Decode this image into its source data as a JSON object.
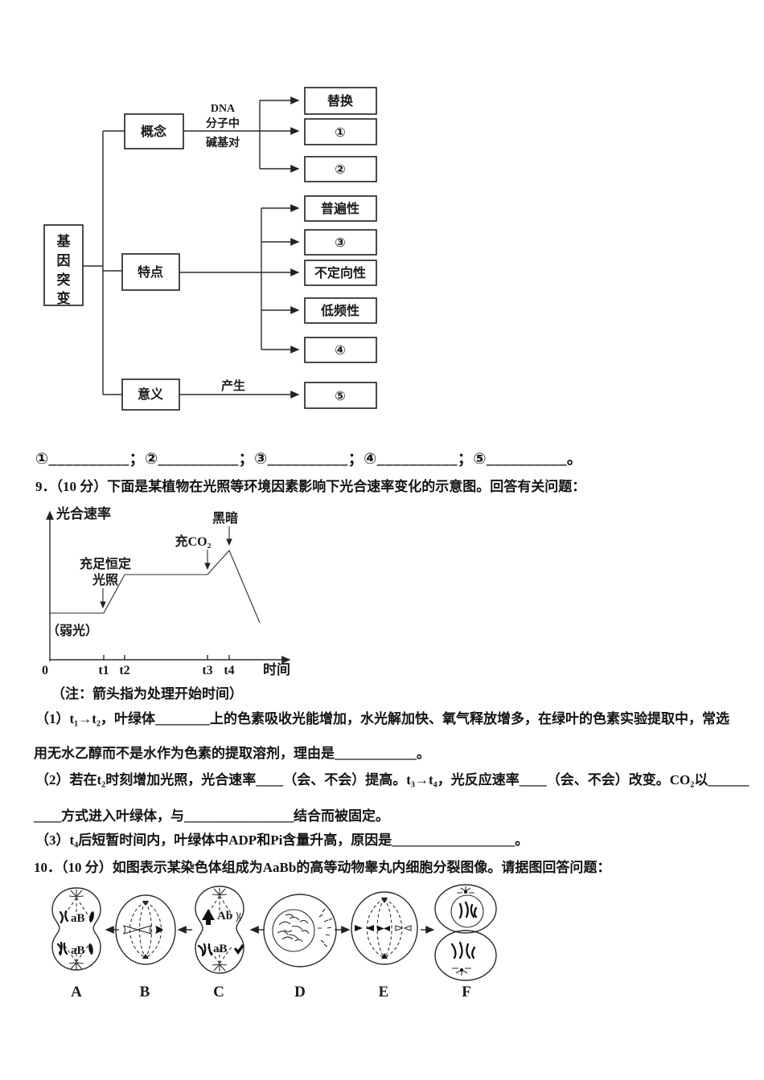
{
  "flowchart": {
    "root_chars": [
      "基",
      "因",
      "突",
      "变"
    ],
    "nodes": {
      "concept": "概念",
      "feature": "特点",
      "meaning": "意义"
    },
    "edge_concept_label": [
      "DNA",
      "分子中",
      "碱基对"
    ],
    "edge_meaning_label": "产生",
    "leaves": {
      "substitute": "替换",
      "blank1": "①",
      "blank2": "②",
      "universal": "普遍性",
      "blank3": "③",
      "nondirectional": "不定向性",
      "lowfreq": "低频性",
      "blank4": "④",
      "blank5": "⑤"
    }
  },
  "answer_blanks_line": "①__________；②__________；③__________；④__________；⑤__________。",
  "q9": {
    "heading": "9．（10 分）下面是某植物在光照等环境因素影响下光合速率变化的示意图。回答有关问题：",
    "note": "（注：箭头指为处理开始时间）",
    "sub1_line1": "（1）t₁→t₂，叶绿体________上的色素吸收光能增加，水光解加快、氧气释放增多，在绿叶的色素实验提取中，常选",
    "sub1_line2": "用无水乙醇而不是水作为色素的提取溶剂，理由是____________。",
    "sub2_line1": "（2）若在t₂时刻增加光照，光合速率____（会、不会）提高。t₃→t₄，光反应速率____（会、不会）改变。CO₂以______",
    "sub2_line2": "____方式进入叶绿体，与________________结合而被固定。",
    "sub3": "（3）t₄后短暂时间内，叶绿体中ADP和Pi含量升高，原因是__________________。"
  },
  "chart_data": {
    "type": "line",
    "title": "",
    "xlabel": "时间",
    "ylabel": "光合速率",
    "x_ticks": [
      "0",
      "t1",
      "t2",
      "t3",
      "t4"
    ],
    "grid": false,
    "labels": {
      "weak_light": "（弱光）",
      "light_line1": "充足恒定",
      "light_line2": "光照",
      "co2": "充CO₂",
      "dark": "黑暗"
    },
    "events": [
      {
        "time": "0",
        "treatment": "（弱光）"
      },
      {
        "time": "t1",
        "treatment": "充足恒定光照"
      },
      {
        "time": "t3",
        "treatment": "充CO₂"
      },
      {
        "time": "t4",
        "treatment": "黑暗"
      }
    ],
    "series": [
      {
        "name": "光合速率",
        "points": [
          {
            "x": "0",
            "y": 1
          },
          {
            "x": "t1",
            "y": 1
          },
          {
            "x": "t2",
            "y": 2
          },
          {
            "x": "t3",
            "y": 2
          },
          {
            "x": "t4",
            "y": 2.6
          },
          {
            "x": "t4之后",
            "y": 0.8
          }
        ],
        "shape": "低平台—上升—平台—上升至峰值—下降"
      }
    ],
    "note": "（注：箭头指为处理开始时间）"
  },
  "q10": {
    "heading": "10．（10 分）如图表示某染色体组成为AaBb的高等动物睾丸内细胞分裂图像。请据图回答问题：",
    "figure": {
      "cells": [
        {
          "label": "A",
          "genes": [
            "aB",
            "aB"
          ]
        },
        {
          "label": "B",
          "genes": []
        },
        {
          "label": "C",
          "genes": [
            "Ab",
            "aB"
          ]
        },
        {
          "label": "D",
          "genes": []
        },
        {
          "label": "E",
          "genes": []
        },
        {
          "label": "F",
          "genes": []
        }
      ],
      "arrow_directions": "A←B←C←D→E→F"
    }
  }
}
